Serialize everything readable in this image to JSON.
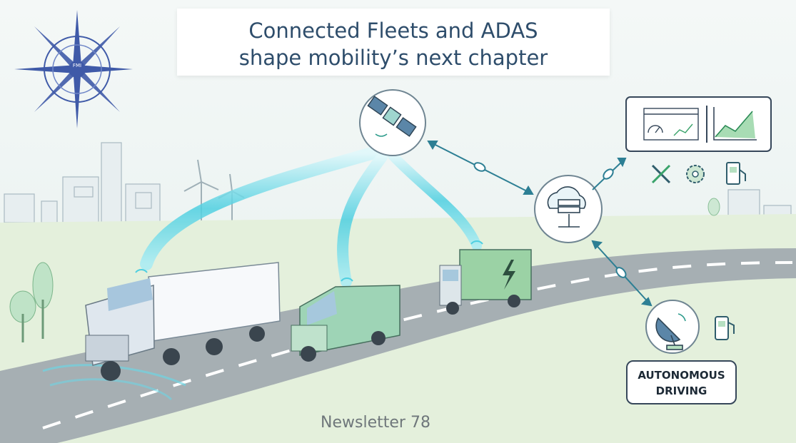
{
  "header": {
    "title_line1": "Connected Fleets and ADAS",
    "title_line2": "shape mobility’s next chapter"
  },
  "logo": {
    "label": "FMI"
  },
  "badge": {
    "line1": "AUTONOMOUS",
    "line2": "DRIVING"
  },
  "footer": {
    "label": "Newsletter 78"
  },
  "icons": [
    "satellite-icon",
    "cloud-server-icon",
    "dashboard-gauge-icon",
    "line-chart-icon",
    "tools-icon",
    "gear-icon",
    "fuel-pump-icon",
    "satellite-dish-icon",
    "charging-station-icon",
    "lightning-bolt-icon",
    "compass-rose-icon"
  ],
  "colors": {
    "title_text": "#2e4d6b",
    "signal_teal": "#40c9dd",
    "ev_green": "#9bd2a5",
    "road": "#a6afb3",
    "badge_border": "#36475a",
    "logo_blue": "#3f5aa8"
  }
}
